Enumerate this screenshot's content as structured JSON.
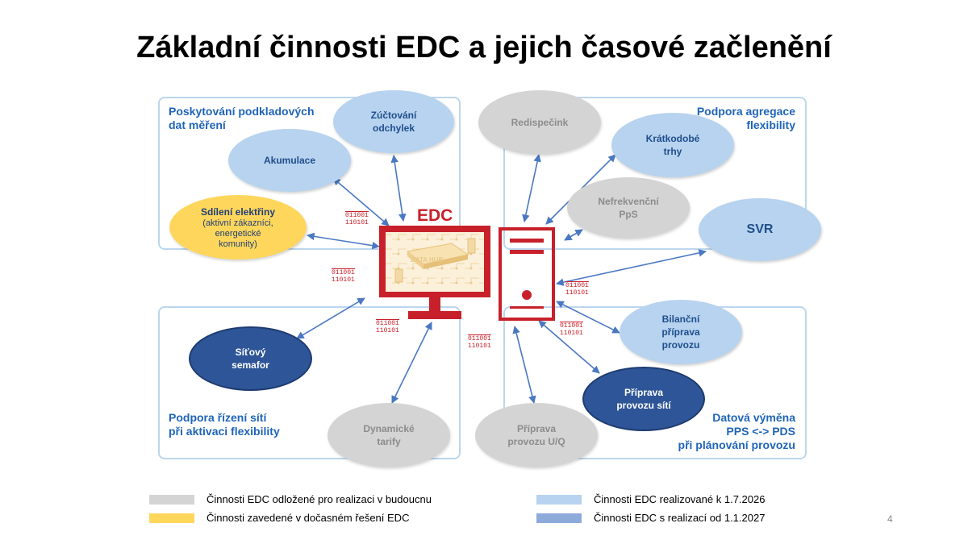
{
  "title": "Základní činnosti EDC a jejich časové začlenění",
  "quadrants": {
    "top_left": [
      "Poskytování podkladových",
      "dat měření"
    ],
    "top_right": [
      "Podpora agregace",
      "flexibility"
    ],
    "bottom_left": [
      "Podpora řízení sítí",
      "při aktivaci flexibility"
    ],
    "bottom_right": [
      "Datová výměna",
      "PPS <-> PDS",
      "při plánování provozu"
    ]
  },
  "center": {
    "label": "EDC",
    "hub_label": "DATA HUB"
  },
  "binary": {
    "line1": "011001",
    "line2": "110101"
  },
  "nodes": {
    "zuctovani": [
      "Zúčtování",
      "odchylek"
    ],
    "akumulace": [
      "Akumulace"
    ],
    "sdileni": {
      "title": "Sdílení elektřiny",
      "sub": [
        "(aktivní zákazníci,",
        "energetické",
        "komunity)"
      ]
    },
    "redispecink": [
      "Redispečink"
    ],
    "kratkodobe": [
      "Krátkodobé",
      "trhy"
    ],
    "nefrekvencni": [
      "Nefrekvenční",
      "PpS"
    ],
    "svr": [
      "SVR"
    ],
    "sitovy": [
      "Síťový",
      "semafor"
    ],
    "dynamicke": [
      "Dynamické",
      "tarify"
    ],
    "priprava_uq": [
      "Příprava",
      "provozu U/Q"
    ],
    "bilancni": [
      "Bilanční",
      "příprava",
      "provozu"
    ],
    "priprava_siti": [
      "Příprava",
      "provozu sítí"
    ]
  },
  "legend": [
    {
      "label": "Činnosti EDC odložené pro realizaci v budoucnu",
      "color": "#d4d4d4"
    },
    {
      "label": "Činnosti zavedené v dočasném řešení EDC",
      "color": "#ffd65c"
    },
    {
      "label": "Činnosti EDC realizované k 1.7.2026",
      "color": "#b7d3ef"
    },
    {
      "label": "Činnosti EDC s realizací od 1.1.2027",
      "color": "#8eaadb"
    }
  ],
  "page_number": "4",
  "colors": {
    "accent_blue": "#1f64b8",
    "edc_red": "#c8202a",
    "arrow": "#4a78c2"
  }
}
